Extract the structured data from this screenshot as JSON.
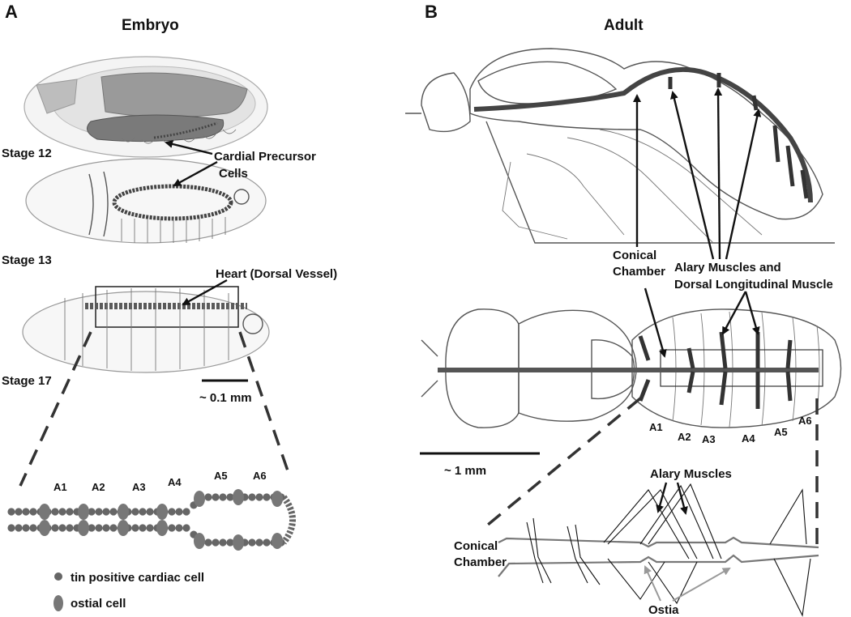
{
  "panel_a": {
    "letter": "A",
    "title": "Embryo",
    "stages": [
      "Stage 12",
      "Stage 13",
      "Stage 17"
    ],
    "cardial_label_line1": "Cardial Precursor",
    "cardial_label_line2": "Cells",
    "heart_label": "Heart (Dorsal Vessel)",
    "scale_label": "~ 0.1 mm",
    "segments": [
      "A1",
      "A2",
      "A3",
      "A4",
      "A5",
      "A6"
    ],
    "legend": {
      "cardiac_cell": "tin positive cardiac cell",
      "ostial_cell": "ostial cell"
    }
  },
  "panel_b": {
    "letter": "B",
    "title": "Adult",
    "conical_line1": "Conical",
    "conical_line2": "Chamber",
    "alary_line1": "Alary Muscles and",
    "alary_line2": "Dorsal Longitudinal Muscle",
    "segments": [
      "A1",
      "A2",
      "A3",
      "A4",
      "A5",
      "A6"
    ],
    "scale_label": "~ 1 mm",
    "detail": {
      "alary_label": "Alary Muscles",
      "conical_line1": "Conical",
      "conical_line2": "Chamber",
      "ostia_label": "Ostia"
    }
  },
  "colors": {
    "heart_tissue": "#5a5a5a",
    "cell": "#666666",
    "outline": "#555555",
    "text": "#111111"
  }
}
